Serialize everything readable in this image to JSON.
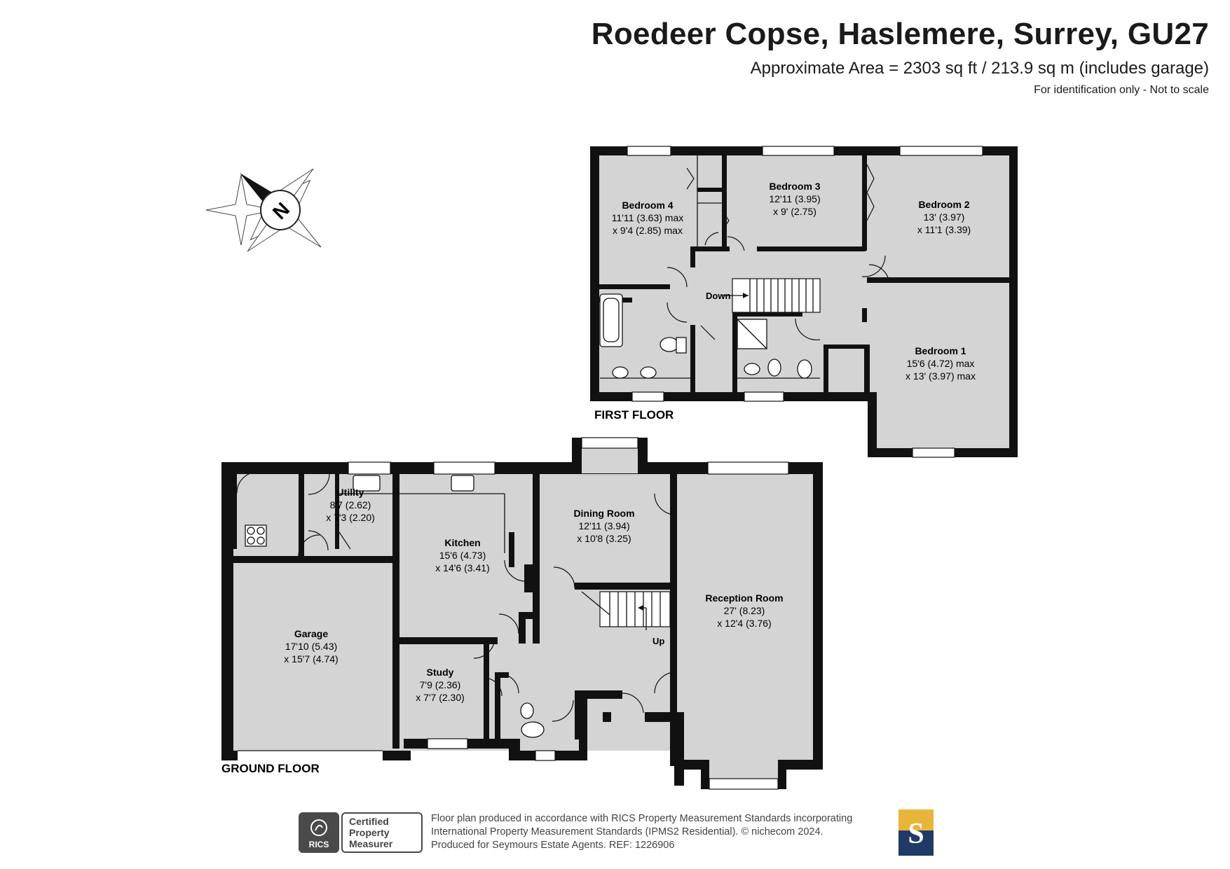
{
  "header": {
    "title": "Roedeer Copse, Haslemere, Surrey, GU27",
    "area": "Approximate Area = 2303 sq ft / 213.9 sq m (includes garage)",
    "ident": "For identification only - Not to scale"
  },
  "compass": {
    "letter": "N"
  },
  "first_floor": {
    "label": "FIRST FLOOR",
    "rooms": [
      {
        "name": "Bedroom 4",
        "d1": "11'11 (3.63) max",
        "d2": "x 9'4 (2.85) max"
      },
      {
        "name": "Bedroom 3",
        "d1": "12'11 (3.95)",
        "d2": "x 9' (2.75)"
      },
      {
        "name": "Bedroom 2",
        "d1": "13' (3.97)",
        "d2": "x 11'1 (3.39)"
      },
      {
        "name": "Bedroom 1",
        "d1": "15'6 (4.72) max",
        "d2": "x 13' (3.97) max"
      }
    ],
    "stairs_label": "Down"
  },
  "ground_floor": {
    "label": "GROUND FLOOR",
    "rooms": [
      {
        "name": "Utility",
        "d1": "8'7 (2.62)",
        "d2": "x 7'3 (2.20)"
      },
      {
        "name": "Kitchen",
        "d1": "15'6 (4.73)",
        "d2": "x 14'6 (3.41)"
      },
      {
        "name": "Dining Room",
        "d1": "12'11 (3.94)",
        "d2": "x 10'8 (3.25)"
      },
      {
        "name": "Reception Room",
        "d1": "27' (8.23)",
        "d2": "x 12'4 (3.76)"
      },
      {
        "name": "Garage",
        "d1": "17'10 (5.43)",
        "d2": "x 15'7 (4.74)"
      },
      {
        "name": "Study",
        "d1": "7'9 (2.36)",
        "d2": "x 7'7 (2.30)"
      }
    ],
    "stairs_label": "Up"
  },
  "footer": {
    "badge_line1": "Certified",
    "badge_line2": "Property",
    "badge_line3": "Measurer",
    "badge_org": "RICS",
    "line1": "Floor plan produced in accordance with RICS Property Measurement Standards incorporating",
    "line2": "International Property Measurement Standards (IPMS2 Residential).  © nichecom 2024.",
    "line3": "Produced for Seymours Estate Agents.   REF:  1226906",
    "brand_letter": "S"
  },
  "colors": {
    "room_fill": "#d4d4d4",
    "wall": "#111111",
    "brand_navy": "#1f3a64",
    "brand_gold": "#e8b53a",
    "rics_badge": "#4a4a4a"
  }
}
